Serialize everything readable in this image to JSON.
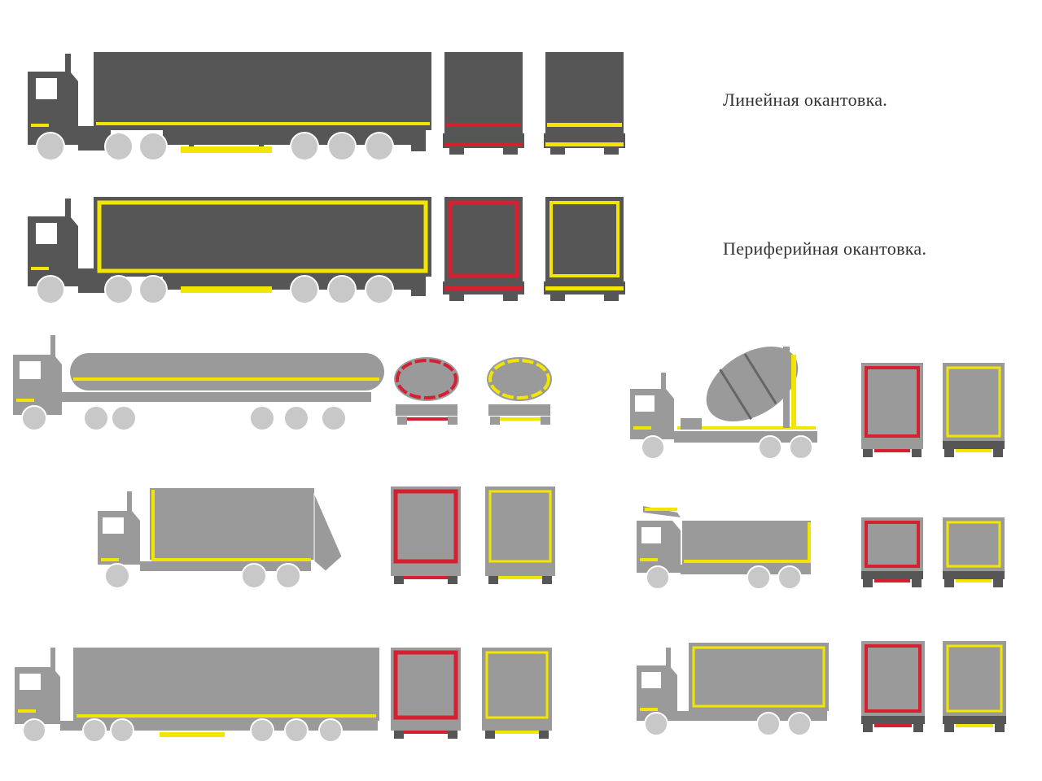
{
  "captions": {
    "linear": "Линейная окантовка.",
    "peripheral": "Периферийная окантовка."
  },
  "colors": {
    "body_dark": "#565656",
    "body_light": "#9a9a9a",
    "wheel": "#c8c8c8",
    "hub": "#eeeeee",
    "yellow": "#f2e600",
    "red": "#d42030",
    "background": "#ffffff"
  },
  "vehicles": [
    {
      "id": "semi-linear",
      "kind": "semi-trailer",
      "shade": "dark",
      "marking": "linear",
      "rear_views": [
        "red-bar",
        "yellow-bar"
      ]
    },
    {
      "id": "semi-peripheral",
      "kind": "semi-trailer",
      "shade": "dark",
      "marking": "peripheral",
      "rear_views": [
        "red-frame",
        "yellow-frame"
      ]
    },
    {
      "id": "tanker",
      "kind": "tank-semi-trailer",
      "shade": "light",
      "marking": "linear",
      "rear_views": [
        "red-ring",
        "yellow-ring"
      ]
    },
    {
      "id": "mixer",
      "kind": "concrete-mixer",
      "shade": "light",
      "marking": "linear",
      "rear_views": [
        "red-frame",
        "yellow-frame"
      ]
    },
    {
      "id": "dumper",
      "kind": "dump-truck",
      "shade": "light",
      "marking": "linear",
      "rear_views": [
        "red-frame",
        "yellow-frame"
      ]
    },
    {
      "id": "tipper",
      "kind": "tipper-truck",
      "shade": "light",
      "marking": "linear",
      "rear_views": [
        "red-frame",
        "yellow-frame"
      ]
    },
    {
      "id": "long-semi",
      "kind": "semi-trailer",
      "shade": "light",
      "marking": "linear",
      "rear_views": [
        "red-frame",
        "yellow-frame"
      ]
    },
    {
      "id": "box-truck",
      "kind": "box-truck",
      "shade": "light",
      "marking": "peripheral",
      "rear_views": [
        "red-frame",
        "yellow-frame"
      ]
    }
  ]
}
